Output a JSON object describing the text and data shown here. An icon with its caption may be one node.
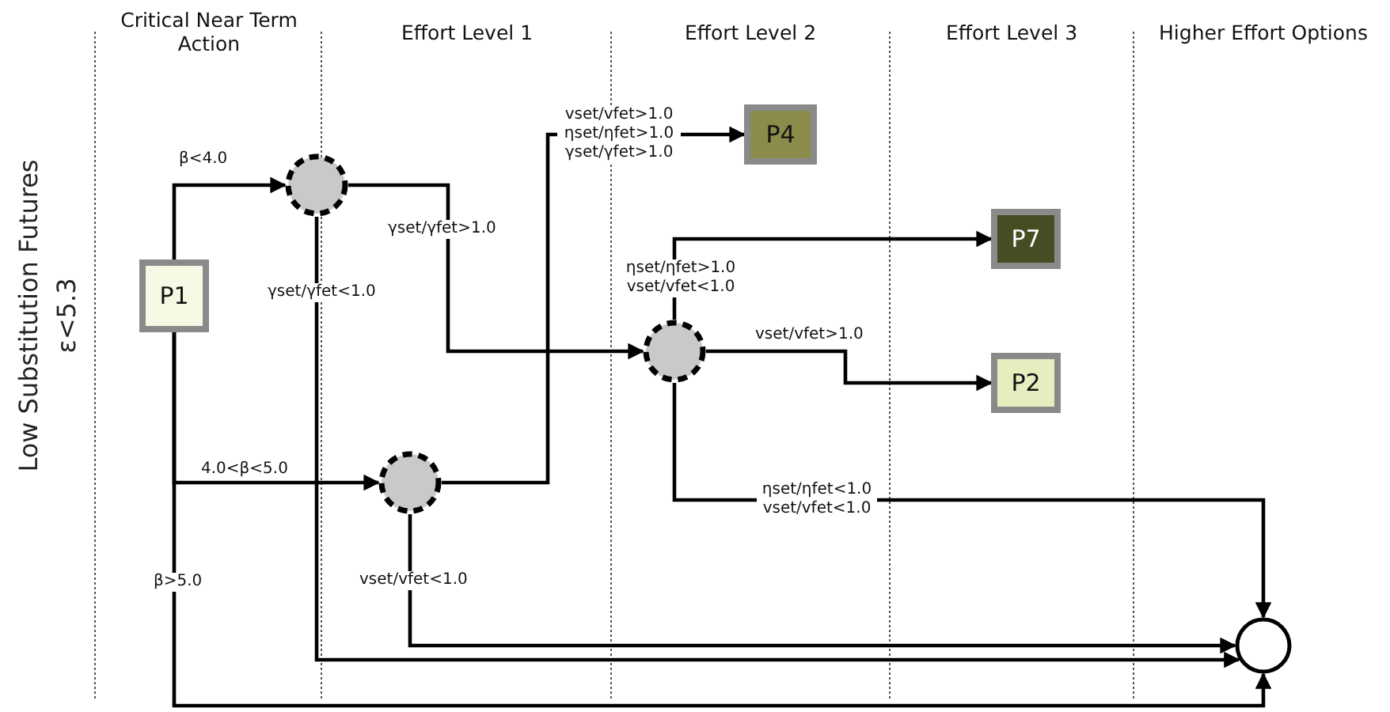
{
  "diagram": {
    "nodes": [
      {
        "text": [
          "P1"
        ]
      },
      {
        "text": [],
        "shape": "circle"
      },
      {
        "text": [],
        "shape": "circle"
      },
      {
        "text": [],
        "shape": "circle"
      },
      {
        "text": [
          "P4"
        ]
      },
      {
        "text": [
          "P7"
        ]
      },
      {
        "text": [
          "P2"
        ]
      },
      {
        "text": [],
        "shape": "circle"
      }
    ],
    "edges": [
      {
        "from": 0,
        "to": 1,
        "arrow": "to",
        "label": "β<4.0"
      },
      {
        "from": 0,
        "to": 2,
        "arrow": "to",
        "label": "4.0<β<5.0"
      },
      {
        "from": 0,
        "to": 7,
        "arrow": "to",
        "label": "β>5.0"
      },
      {
        "from": 1,
        "to": 3,
        "arrow": "to",
        "label": "γset/γfet>1.0"
      },
      {
        "from": 1,
        "to": 7,
        "arrow": "to",
        "label": "γset/γfet<1.0"
      },
      {
        "from": 2,
        "to": 4,
        "arrow": "to",
        "label": "vset/vfet>1.0 ηset/ηfet>1.0 γset/γfet>1.0"
      },
      {
        "from": 2,
        "to": 7,
        "arrow": "to",
        "label": "vset/vfet<1.0"
      },
      {
        "from": 3,
        "to": 5,
        "arrow": "to",
        "label": "ηset/ηfet>1.0 vset/vfet<1.0"
      },
      {
        "from": 3,
        "to": 6,
        "arrow": "to",
        "label": "vset/vfet>1.0"
      },
      {
        "from": 3,
        "to": 7,
        "arrow": "to",
        "label": "ηset/ηfet<1.0 vset/vfet<1.0"
      }
    ],
    "labels": [
      "Critical Near Term Action",
      "Effort Level 1",
      "Effort Level 2",
      "Effort Level 3",
      "Higher Effort Options",
      "Low Substitution Futures",
      "ε<5.3"
    ]
  }
}
